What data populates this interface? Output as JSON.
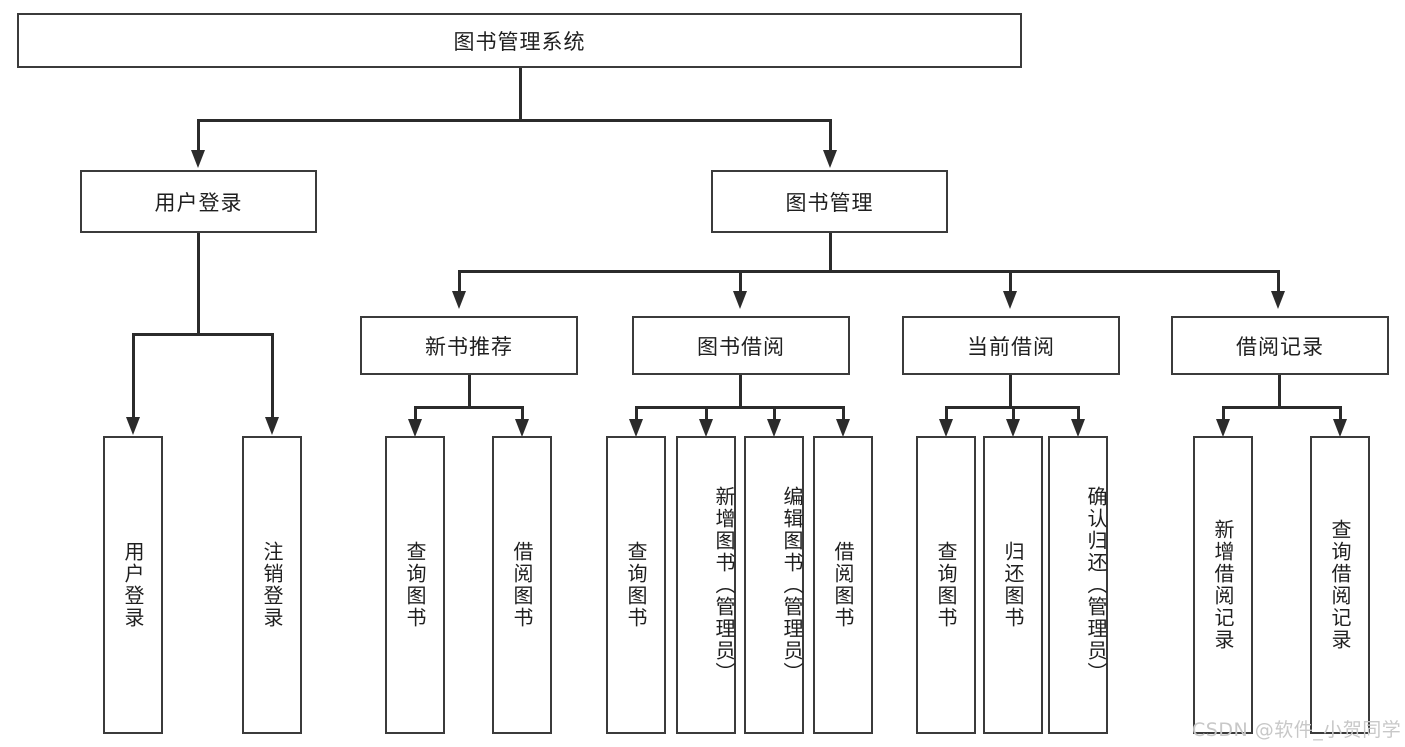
{
  "diagram": {
    "title": "图书管理系统",
    "type": "hierarchy-tree",
    "root": {
      "label": "图书管理系统"
    },
    "level1": [
      {
        "label": "用户登录"
      },
      {
        "label": "图书管理"
      }
    ],
    "level2": [
      {
        "label": "新书推荐"
      },
      {
        "label": "图书借阅"
      },
      {
        "label": "当前借阅"
      },
      {
        "label": "借阅记录"
      }
    ],
    "leaves": {
      "user_login": [
        {
          "label": "用户登录"
        },
        {
          "label": "注销登录"
        }
      ],
      "new_book_recommend": [
        {
          "label": "查询图书"
        },
        {
          "label": "借阅图书"
        }
      ],
      "book_borrow": [
        {
          "label": "查询图书"
        },
        {
          "label": "新增图书（管理员）"
        },
        {
          "label": "编辑图书（管理员）"
        },
        {
          "label": "借阅图书"
        }
      ],
      "current_borrow": [
        {
          "label": "查询图书"
        },
        {
          "label": "归还图书"
        },
        {
          "label": "确认归还（管理员）"
        }
      ],
      "borrow_record": [
        {
          "label": "新增借阅记录"
        },
        {
          "label": "查询借阅记录"
        }
      ]
    }
  },
  "watermark": {
    "text": "CSDN @软件_小贺同学"
  },
  "colors": {
    "border": "#3b3b3b",
    "line": "#2b2b2b",
    "text": "#1f1f1f",
    "background": "#ffffff",
    "watermark": "#c8c8c8"
  }
}
